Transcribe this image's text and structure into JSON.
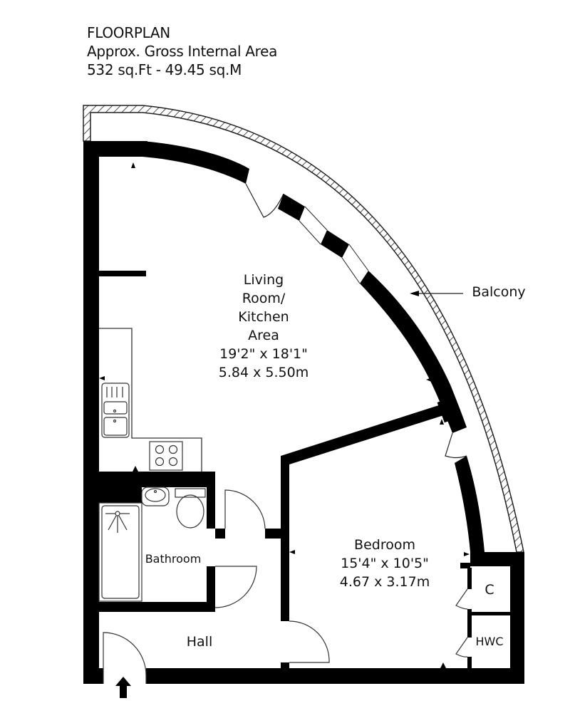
{
  "header": {
    "title": "FLOORPLAN",
    "subtitle": "Approx. Gross Internal Area",
    "area": "532 sq.Ft - 49.45 sq.M"
  },
  "rooms": {
    "living": {
      "name_line1": "Living",
      "name_line2": "Room/",
      "name_line3": "Kitchen",
      "name_line4": "Area",
      "imperial": "19'2\" x 18'1\"",
      "metric": "5.84 x 5.50m"
    },
    "bedroom": {
      "name": "Bedroom",
      "imperial": "15'4\" x 10'5\"",
      "metric": "4.67 x 3.17m"
    },
    "bathroom": {
      "name": "Bathroom"
    },
    "hall": {
      "name": "Hall"
    },
    "cupboard": {
      "name": "C"
    },
    "hwc": {
      "name": "HWC"
    },
    "balcony": {
      "name": "Balcony"
    }
  },
  "icons": {
    "entrance": "entrance-arrow-icon",
    "balcony_pointer": "left-arrow-icon"
  },
  "colors": {
    "wall": "#000000",
    "line": "#333333",
    "background": "#ffffff"
  }
}
